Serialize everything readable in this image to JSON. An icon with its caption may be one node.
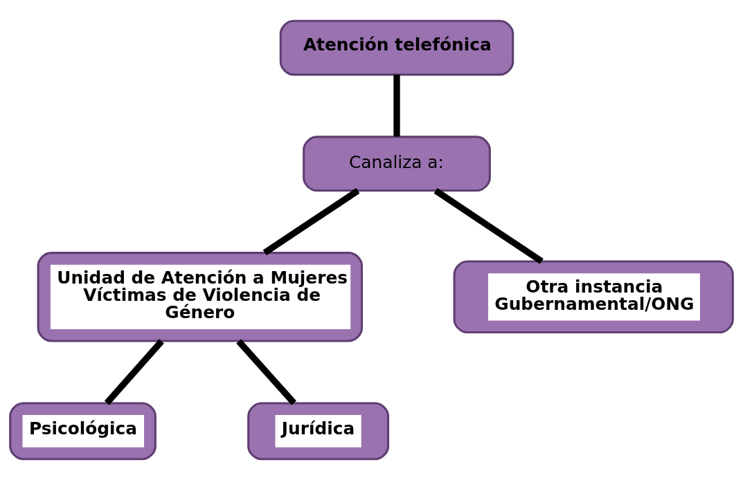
{
  "diagram": {
    "nodes": [
      {
        "text": [
          "Atención telefónica"
        ]
      },
      {
        "text": [
          "Canaliza a:"
        ]
      },
      {
        "text": [
          "Unidad de Atención a Mujeres Víctimas de Violencia de Género"
        ]
      },
      {
        "text": [
          "Otra instancia Gubernamental/ONG"
        ]
      },
      {
        "text": [
          "Psicológica"
        ]
      },
      {
        "text": [
          "Jurídica"
        ]
      }
    ],
    "edges": [
      {
        "from": 0,
        "to": 1,
        "arrow": "none"
      },
      {
        "from": 1,
        "to": 2,
        "arrow": "none"
      },
      {
        "from": 1,
        "to": 3,
        "arrow": "none"
      },
      {
        "from": 2,
        "to": 4,
        "arrow": "none"
      },
      {
        "from": 2,
        "to": 5,
        "arrow": "none"
      }
    ]
  }
}
